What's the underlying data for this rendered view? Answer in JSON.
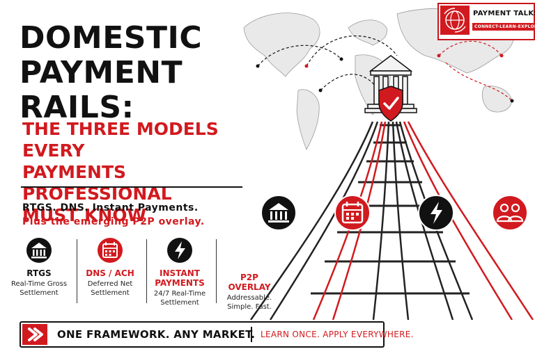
{
  "title_lines": [
    "Domestic",
    "Payment Rails:"
  ],
  "subtitle_lines": [
    "The three models every",
    "payments professional",
    "must know"
  ],
  "tagline": "RTGS. DNS. Instant Payments.",
  "tagline_accent": "Plus the emerging P2P overlay.",
  "models": [
    {
      "name": "RTGS",
      "desc_lines": [
        "Real-Time Gross",
        "Settlement"
      ],
      "icon": "bank-icon",
      "color": "#111111"
    },
    {
      "name_lines": [
        "DNS / ACH"
      ],
      "desc_lines": [
        "Deferred Net",
        "Settlement"
      ],
      "icon": "calendar-icon",
      "color": "#d11a1f"
    },
    {
      "name_lines": [
        "Instant",
        "Payments"
      ],
      "desc_lines": [
        "24/7 Real-Time",
        "Settlement"
      ],
      "icon": "lightning-icon",
      "color": "#111111"
    },
    {
      "name_lines": [
        "P2P",
        "Overlay"
      ],
      "desc_lines": [
        "Addressable.",
        "Simple. Fast."
      ],
      "icon": "people-icon",
      "color": "#d11a1f"
    }
  ],
  "banner": {
    "main": "One framework. Any market.",
    "secondary": "Learn once. Apply everywhere."
  },
  "logo": {
    "title": "PAYMENT TALKS",
    "slogan": "CONNECT-LEARN-EXPLORE"
  },
  "colors": {
    "accent": "#d11a1f",
    "ink": "#111111"
  }
}
